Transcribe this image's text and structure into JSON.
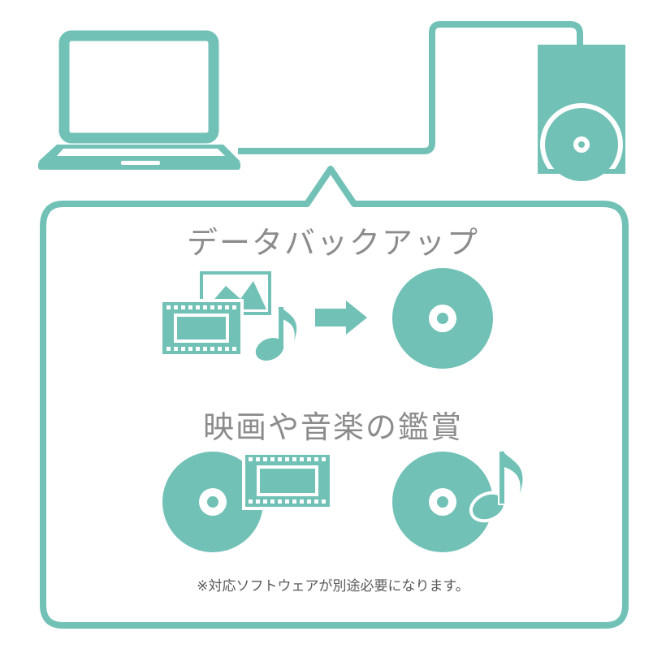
{
  "colors": {
    "accent": "#72c1b6",
    "heading_text": "#8c8c8c",
    "note_text": "#595959",
    "background": "#ffffff"
  },
  "devices": {
    "computer_icon": "laptop-icon",
    "drive_icon": "external-optical-drive-icon"
  },
  "sections": {
    "backup": {
      "title": "データバックアップ",
      "source_icons": [
        "photo-icon",
        "film-strip-icon",
        "music-note-icon"
      ],
      "flow_icon": "arrow-right-icon",
      "target_icon": "disc-icon"
    },
    "media": {
      "title": "映画や音楽の鑑賞",
      "items": [
        "disc-with-film-icon",
        "disc-with-music-note-icon"
      ]
    }
  },
  "note": "※対応ソフトウェアが別途必要になります。"
}
